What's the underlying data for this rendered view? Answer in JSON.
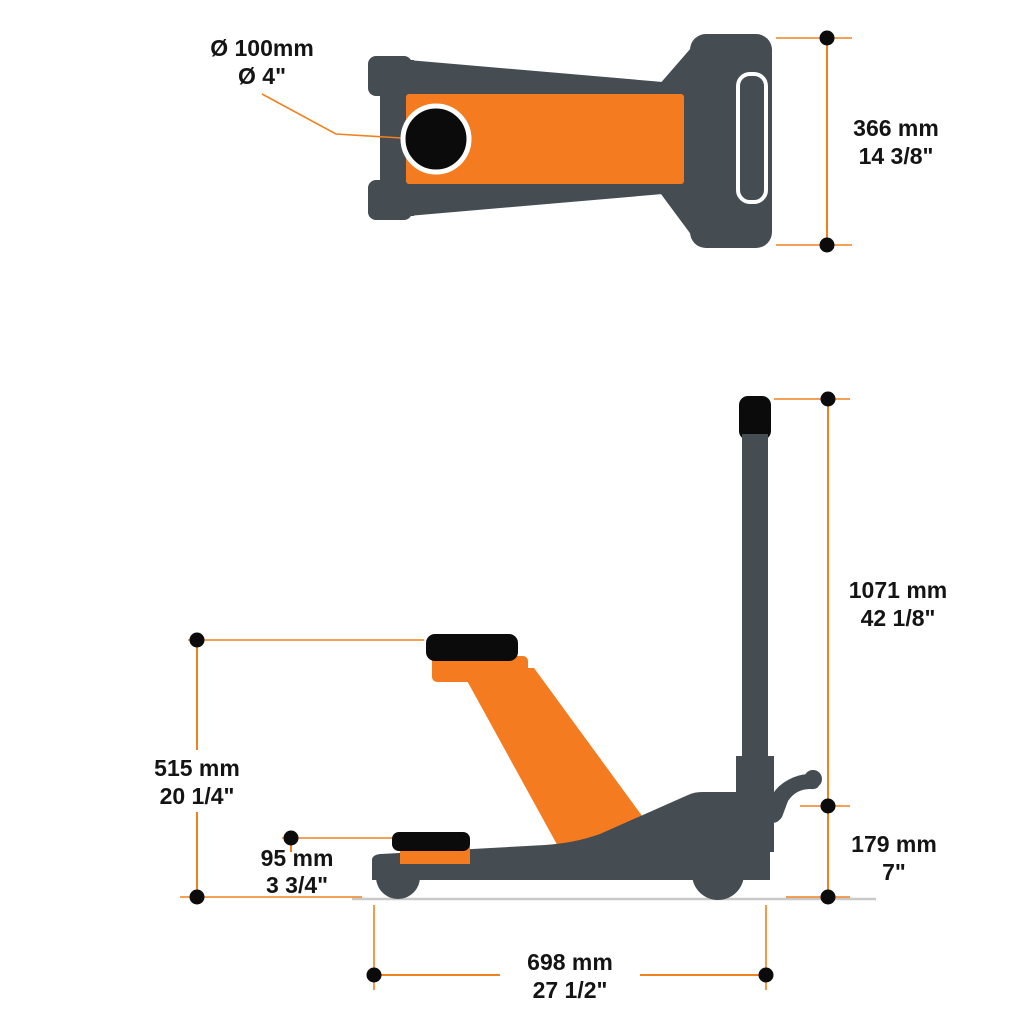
{
  "diagram": {
    "subject": "trolley-jack-dimension-drawing",
    "colors": {
      "body_dark": "#454C52",
      "accent_orange": "#F47B20",
      "dimension_line_orange": "#F0811F",
      "pad_black": "#0B0B0B",
      "background": "#ffffff"
    }
  },
  "top_view": {
    "saddle_label_line1": "Ø 100mm",
    "saddle_label_line2": "Ø 4\"",
    "width": {
      "mm": "366 mm",
      "in": "14 3/8\""
    }
  },
  "side_view": {
    "handle_height": {
      "mm": "1071 mm",
      "in": "42 1/8\""
    },
    "max_lift_height": {
      "mm": "515 mm",
      "in": "20 1/4\""
    },
    "min_height": {
      "mm": "95 mm",
      "in": "3 3/4\""
    },
    "rear_height": {
      "mm": "179 mm",
      "in": "7\""
    },
    "length": {
      "mm": "698 mm",
      "in": "27 1/2\""
    }
  }
}
